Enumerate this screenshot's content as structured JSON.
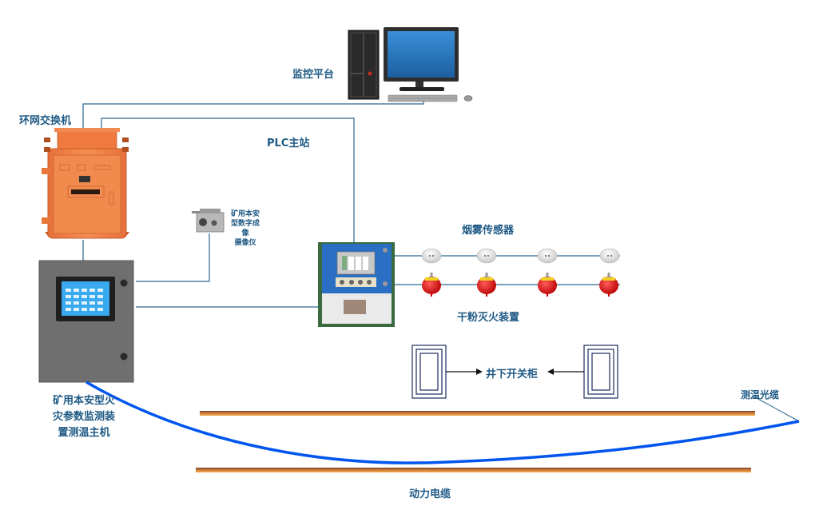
{
  "diagram": {
    "labels": {
      "monitor_platform": "监控平台",
      "ring_switch": "环网交换机",
      "plc_master": "PLC主站",
      "camera": "矿用本安型数字成像摄像仪",
      "camera_lines": [
        "矿用本安",
        "型数字成像",
        "摄像仪"
      ],
      "host_lines": [
        "矿用本安型火",
        "灾参数监测装",
        "置测温主机"
      ],
      "smoke_sensor": "烟雾传感器",
      "dry_powder": "干粉灭火装置",
      "switch_cabinet": "井下开关柜",
      "temp_fiber": "测温光缆",
      "power_cable": "动力电缆"
    },
    "nodes": [
      {
        "id": "workstation",
        "name": "监控平台"
      },
      {
        "id": "ring-switch",
        "name": "环网交换机"
      },
      {
        "id": "camera",
        "name": "矿用本安型数字成像摄像仪"
      },
      {
        "id": "host",
        "name": "矿用本安型火灾参数监测装置测温主机"
      },
      {
        "id": "plc",
        "name": "PLC主站"
      },
      {
        "id": "smoke-sensors",
        "name": "烟雾传感器",
        "count": 4
      },
      {
        "id": "extinguishers",
        "name": "干粉灭火装置",
        "count": 4
      },
      {
        "id": "switch-cabinets",
        "name": "井下开关柜",
        "count": 2
      }
    ],
    "colors": {
      "label": "#1f5a85",
      "connector": "#2a6690",
      "fiber": "#0055ee",
      "cable_top": "#8a4a2a",
      "cable_mid": "#c87a3a",
      "cable_bot": "#f5a040",
      "switch_orange": "#f0834a",
      "host_gray": "#6e6e6e",
      "plc_blue": "#2a6fc4"
    }
  }
}
